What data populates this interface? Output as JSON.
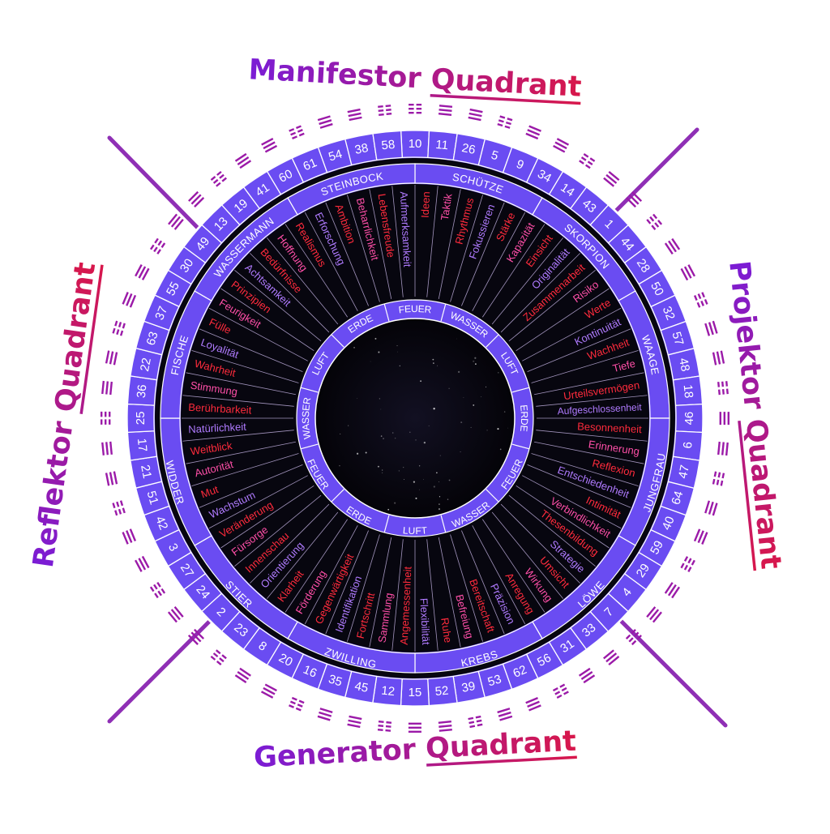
{
  "quadrants": {
    "top": {
      "word1": "Manifestor",
      "word2": "Quadrant",
      "underline_index": 0
    },
    "right": {
      "word1": "Projektor",
      "word2": "Quadrant",
      "underline_index": 0
    },
    "bottom": {
      "word1": "Generator",
      "word2": "Quadrant",
      "underline_index": 0
    },
    "left": {
      "word1": "Reflektor",
      "word2": "Quadrant",
      "underline_index": 0
    }
  },
  "colors": {
    "ring": "#6a4cf2",
    "ring_edge": "#ffffff",
    "dark": "#07060f",
    "line": "#8f2fb5",
    "quad_start": "#7a1cd6",
    "quad_end": "#d8174a",
    "trigram": "#9b1aa8",
    "keyword_red": "#ff2b3c",
    "keyword_pink": "#ff4fa8",
    "keyword_purple": "#b07bff"
  },
  "gates": [
    "10",
    "11",
    "26",
    "5",
    "9",
    "34",
    "14",
    "43",
    "1",
    "44",
    "28",
    "50",
    "32",
    "57",
    "48",
    "18",
    "46",
    "6",
    "47",
    "64",
    "40",
    "59",
    "29",
    "4",
    "7",
    "33",
    "31",
    "56",
    "62",
    "53",
    "39",
    "52",
    "15",
    "12",
    "45",
    "35",
    "16",
    "20",
    "8",
    "23",
    "2",
    "24",
    "27",
    "3",
    "42",
    "51",
    "21",
    "17",
    "25",
    "36",
    "22",
    "63",
    "37",
    "55",
    "30",
    "49",
    "13",
    "19",
    "41",
    "60",
    "61",
    "54",
    "38",
    "58"
  ],
  "signs": [
    {
      "label": "SCHÜTZE",
      "start": 0,
      "end": 30
    },
    {
      "label": "SKORPION",
      "start": 30,
      "end": 60
    },
    {
      "label": "WAAGE",
      "start": 60,
      "end": 90
    },
    {
      "label": "JUNGFRAU",
      "start": 90,
      "end": 120
    },
    {
      "label": "LÖWE",
      "start": 120,
      "end": 150
    },
    {
      "label": "KREBS",
      "start": 150,
      "end": 180
    },
    {
      "label": "ZWILLING",
      "start": 180,
      "end": 210
    },
    {
      "label": "STIER",
      "start": 210,
      "end": 240
    },
    {
      "label": "WIDDER",
      "start": 240,
      "end": 270
    },
    {
      "label": "FISCHE",
      "start": 270,
      "end": 300
    },
    {
      "label": "WASSERMANN",
      "start": 300,
      "end": 330
    },
    {
      "label": "STEINBOCK",
      "start": 330,
      "end": 360
    }
  ],
  "elements": [
    {
      "label": "FEUER",
      "angle": 0
    },
    {
      "label": "WASSER",
      "angle": 30
    },
    {
      "label": "LUFT",
      "angle": 60
    },
    {
      "label": "ERDE",
      "angle": 90
    },
    {
      "label": "FEUER",
      "angle": 120
    },
    {
      "label": "WASSER",
      "angle": 150
    },
    {
      "label": "LUFT",
      "angle": 180
    },
    {
      "label": "ERDE",
      "angle": 210
    },
    {
      "label": "FEUER",
      "angle": 240
    },
    {
      "label": "WASSER",
      "angle": 270
    },
    {
      "label": "LUFT",
      "angle": 300
    },
    {
      "label": "ERDE",
      "angle": 330
    }
  ],
  "keywords": [
    "Ideen",
    "Taktik",
    "Rhythmus",
    "Fokussieren",
    "Stärke",
    "Kapazität",
    "Einsicht",
    "Originalität",
    "Zusammenarbeit",
    "Risiko",
    "Werte",
    "Kontinuität",
    "Wachheit",
    "Tiefe",
    "Urteilsvermögen",
    "Aufgeschlossenheit",
    "Besonnenheit",
    "Erinnerung",
    "Reflexion",
    "Entschiedenheit",
    "Intimität",
    "Verbindlichkeit",
    "Thesenbildung",
    "Strategie",
    "Umsicht",
    "Wirkung",
    "Anregung",
    "Präzision",
    "Bereitschaft",
    "Befreiung",
    "Ruhe",
    "Flexibilität",
    "Angemessenheit",
    "Sammlung",
    "Fortschritt",
    "Identifikation",
    "Gegenwärtigkeit",
    "Förderung",
    "Klarheit",
    "Orientierung",
    "Innenschau",
    "Fürsorge",
    "Veränderung",
    "Wachstum",
    "Mut",
    "Autorität",
    "Weitblick",
    "Natürlichkeit",
    "Berührbarkeit",
    "Stimmung",
    "Wahrheit",
    "Loyalität",
    "Fülle",
    "Feurigkeit",
    "Prinzipien",
    "Achtsamkeit",
    "Bedürfnisse",
    "Hoffnung",
    "Realismus",
    "Erforschung",
    "Ambition",
    "Beharrlichkeit",
    "Lebensfreude",
    "Aufmerksamkeit"
  ],
  "trigram_count": 64
}
